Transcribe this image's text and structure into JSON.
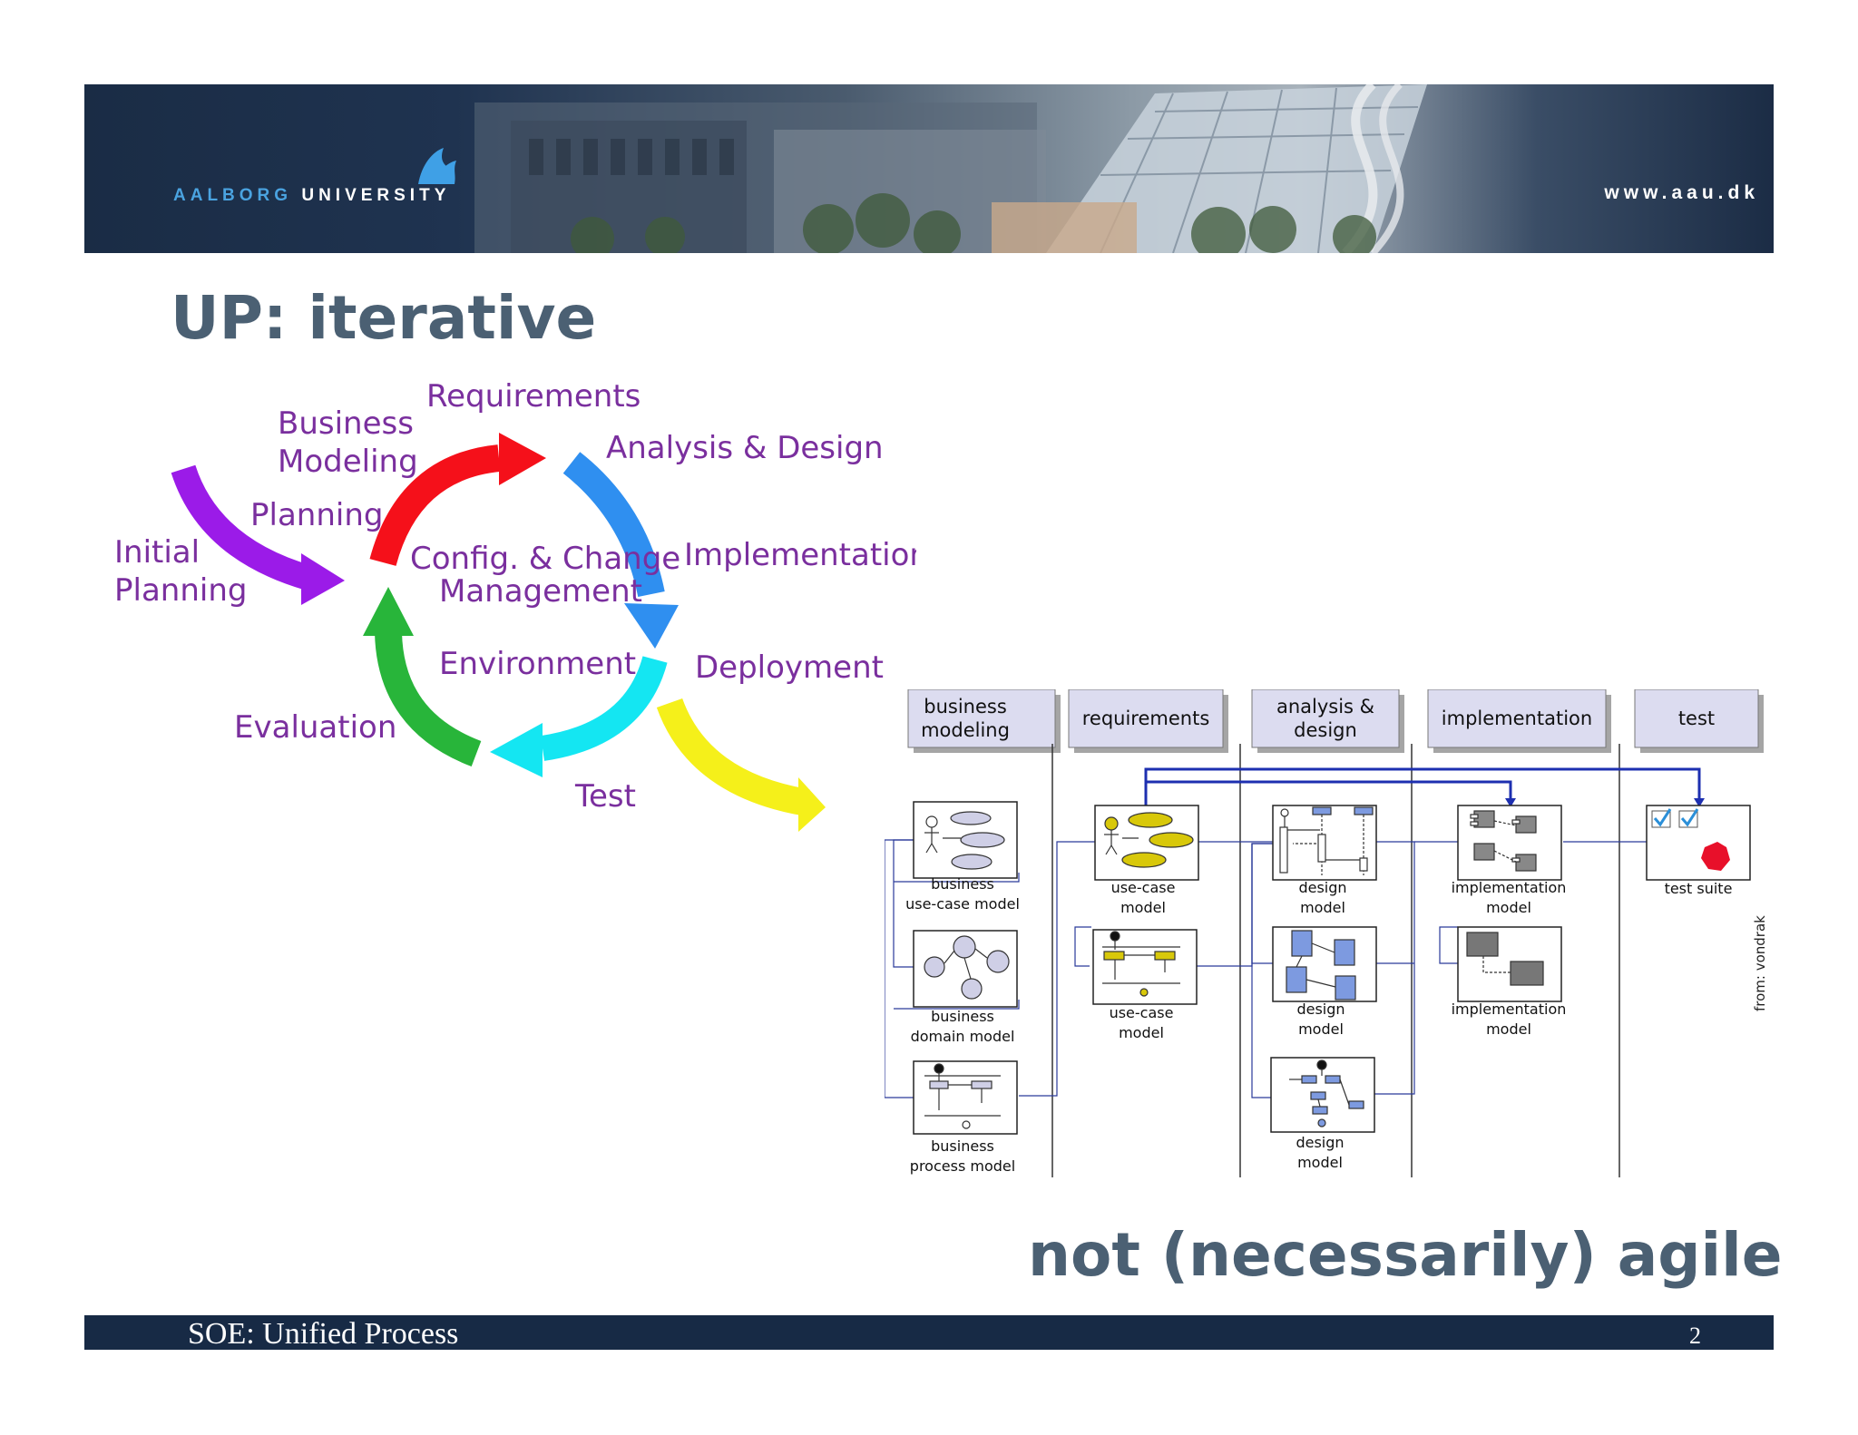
{
  "header": {
    "university_part1": "AALBORG",
    "university_part2": "UNIVERSITY",
    "website": "www.aau.dk"
  },
  "slide": {
    "title": "UP: iterative",
    "tagline": "not (necessarily) agile"
  },
  "cycle_diagram": {
    "labels": {
      "initial_planning_1": "Initial",
      "initial_planning_2": "Planning",
      "planning": "Planning",
      "business_1": "Business",
      "business_2": "Modeling",
      "requirements": "Requirements",
      "analysis_design": "Analysis & Design",
      "implementation": "Implementation",
      "deployment": "Deployment",
      "test": "Test",
      "evaluation": "Evaluation",
      "center_1": "Config. & Change",
      "center_2": "Management",
      "environment": "Environment"
    },
    "colors": {
      "purple": "#9b1be8",
      "red": "#f5101a",
      "blue": "#2f8ff0",
      "cyan": "#14e6f2",
      "green": "#28b53a",
      "yellow": "#f5f01a",
      "label": "#7a2f9e"
    }
  },
  "workflow_diagram": {
    "columns": [
      {
        "line1": "business",
        "line2": "modeling"
      },
      {
        "line1": "requirements",
        "line2": ""
      },
      {
        "line1": "analysis &",
        "line2": "design"
      },
      {
        "line1": "implementation",
        "line2": ""
      },
      {
        "line1": "test",
        "line2": ""
      }
    ],
    "captions": {
      "bu_1": "business",
      "bu_2": "use-case model",
      "bd_1": "business",
      "bd_2": "domain model",
      "bp_1": "business",
      "bp_2": "process model",
      "uc1_1": "use-case",
      "uc1_2": "model",
      "uc2_1": "use-case",
      "uc2_2": "model",
      "d1_1": "design",
      "d1_2": "model",
      "d2_1": "design",
      "d2_2": "model",
      "d3_1": "design",
      "d3_2": "model",
      "im1_1": "implementation",
      "im1_2": "model",
      "im2_1": "implementation",
      "im2_2": "model",
      "ts": "test suite"
    },
    "credit": "from: vondrak"
  },
  "footer": {
    "course": "SOE: Unified Process",
    "page": "2"
  }
}
